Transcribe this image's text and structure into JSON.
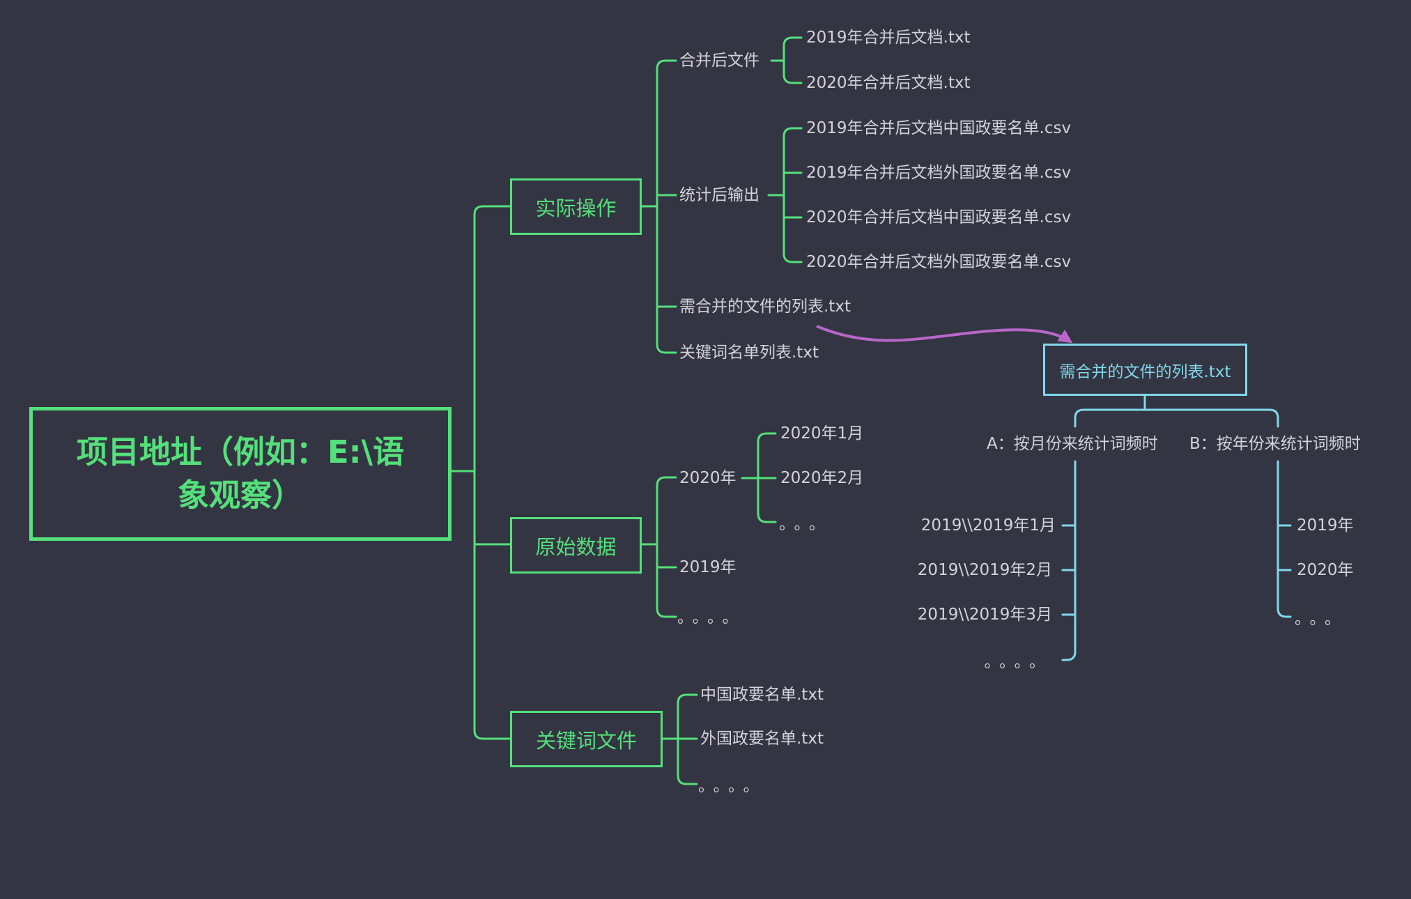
{
  "colors": {
    "background": "#343542",
    "green": "#54e07a",
    "cyan": "#7fd8ec",
    "purple": "#b866c8",
    "text": "#d3d3da"
  },
  "root": "项目地址（例如：E:\\语象观察）",
  "branches": {
    "practice": {
      "label": "实际操作",
      "merged": {
        "label": "合并后文件",
        "files": [
          "2019年合并后文档.txt",
          "2020年合并后文档.txt"
        ]
      },
      "stats": {
        "label": "统计后输出",
        "files": [
          "2019年合并后文档中国政要名单.csv",
          "2019年合并后文档外国政要名单.csv",
          "2020年合并后文档中国政要名单.csv",
          "2020年合并后文档外国政要名单.csv"
        ]
      },
      "merge_list": "需合并的文件的列表.txt",
      "keyword_list": "关键词名单列表.txt"
    },
    "raw": {
      "label": "原始数据",
      "y2020": {
        "label": "2020年",
        "months": [
          "2020年1月",
          "2020年2月",
          "。。。"
        ]
      },
      "y2019": "2019年",
      "more": "。。。。"
    },
    "keywords": {
      "label": "关键词文件",
      "files": [
        "中国政要名单.txt",
        "外国政要名单.txt",
        "。。。。"
      ]
    }
  },
  "detail": {
    "title": "需合并的文件的列表.txt",
    "optA": {
      "label": "A：按月份来统计词频时",
      "items": [
        "2019\\\\2019年1月",
        "2019\\\\2019年2月",
        "2019\\\\2019年3月",
        "。。。。"
      ]
    },
    "optB": {
      "label": "B：按年份来统计词频时",
      "items": [
        "2019年",
        "2020年",
        "。。。"
      ]
    }
  }
}
